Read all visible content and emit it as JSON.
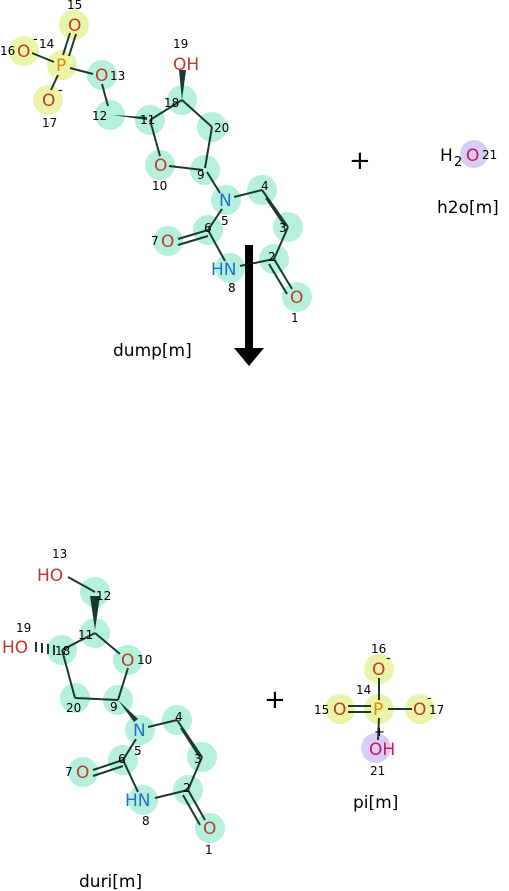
{
  "colors": {
    "bond": "#1a3a2a",
    "oxygen": "#c0392b",
    "nitrogen": "#1f6fd1",
    "phosphorus": "#e08a00",
    "hydroxyl_o": "#c2185b",
    "highlight_ring": "#b5f0dc",
    "highlight_phosphate": "#eaf5a8",
    "highlight_water": "#d9ccf5",
    "arrow": "#000000",
    "text": "#000000"
  },
  "reaction": {
    "plus_1": "+",
    "plus_2": "+"
  },
  "molecules": {
    "dump": {
      "name": "dump[m]",
      "atoms": {
        "O15": "O",
        "O15_num": "15",
        "O16": "O",
        "O16_num": "16",
        "O16_charge": "-",
        "P14": "P",
        "P14_num": "14",
        "O13": "O",
        "O13_num": "13",
        "O17": "O",
        "O17_num": "17",
        "O17_charge": "-",
        "O19": "OH",
        "O19_num": "19",
        "C18_num": "18",
        "C20_num": "20",
        "C11_num": "11",
        "C12_num": "12",
        "O10": "O",
        "O10_num": "10",
        "C9_num": "9",
        "N5": "N",
        "N5_num": "5",
        "C4_num": "4",
        "C3_num": "3",
        "C6_num": "6",
        "C2_num": "2",
        "O7": "O",
        "O7_num": "7",
        "N8": "HN",
        "N8_num": "8",
        "O1": "O",
        "O1_num": "1"
      }
    },
    "h2o": {
      "name": "h2o[m]",
      "formula_h": "H",
      "formula_sub": "2",
      "formula_o": "O",
      "num": "21"
    },
    "duri": {
      "name": "duri[m]",
      "atoms": {
        "O13": "HO",
        "O13_num": "13",
        "C12_num": "12",
        "C11_num": "11",
        "O19": "HO",
        "O19_num": "19",
        "C18_num": "18",
        "O10": "O",
        "O10_num": "10",
        "C20_num": "20",
        "C9_num": "9",
        "N5": "N",
        "N5_num": "5",
        "C4_num": "4",
        "C3_num": "3",
        "C6_num": "6",
        "C2_num": "2",
        "O7": "O",
        "O7_num": "7",
        "N8": "HN",
        "N8_num": "8",
        "O1": "O",
        "O1_num": "1"
      }
    },
    "pi": {
      "name": "pi[m]",
      "atoms": {
        "O16": "O",
        "O16_num": "16",
        "O16_charge": "-",
        "P14": "P",
        "P14_num": "14",
        "O15": "O",
        "O15_num": "15",
        "O17": "O",
        "O17_num": "17",
        "O17_charge": "-",
        "O21": "OH",
        "O21_num": "21",
        "O21_charge": "+"
      }
    }
  }
}
